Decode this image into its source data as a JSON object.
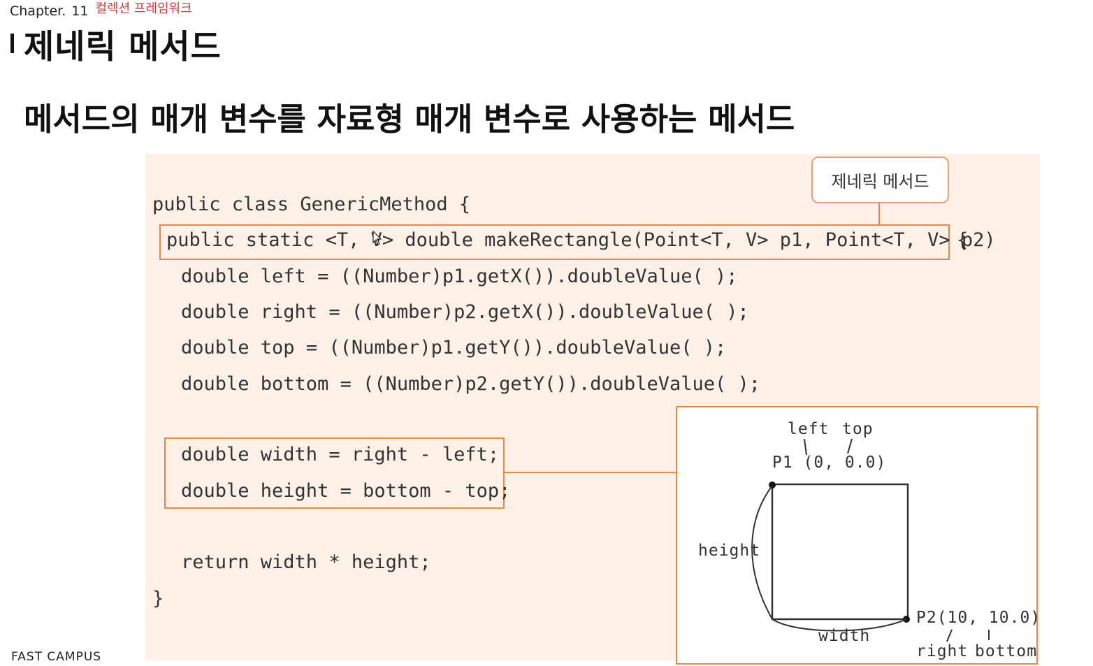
{
  "header": {
    "chapter": "Chapter.",
    "chapter_number": "11",
    "chapter_subtitle": "컬렉션 프레임워크",
    "title": "제네릭 메서드"
  },
  "section": {
    "title": "메서드의 매개 변수를 자료형 매개 변수로 사용하는 메서드"
  },
  "callout": {
    "label": "제네릭 메서드"
  },
  "code": {
    "line1": "public class GenericMethod {",
    "line2": "public static <T, V> double makeRectangle(Point<T, V> p1, Point<T, V> p2)",
    "line2_tail": "{",
    "line3": "double left = ((Number)p1.getX()).doubleValue( );",
    "line4": "double right = ((Number)p2.getX()).doubleValue( );",
    "line5": "double top = ((Number)p1.getY()).doubleValue( );",
    "line6": "double bottom = ((Number)p2.getY()).doubleValue( );",
    "line7": "double width = right - left;",
    "line8": "double height = bottom - top;",
    "line9": "return width * height;",
    "line10": "}"
  },
  "diagram": {
    "left_label": "left",
    "top_label": "top",
    "p1_label": "P1 (0, 0.0)",
    "height_label": "height",
    "width_label": "width",
    "p2_label": "P2(10, 10.0)",
    "right_label": "right",
    "bottom_label": "bottom"
  },
  "footer": {
    "brand": "FAST CAMPUS"
  }
}
